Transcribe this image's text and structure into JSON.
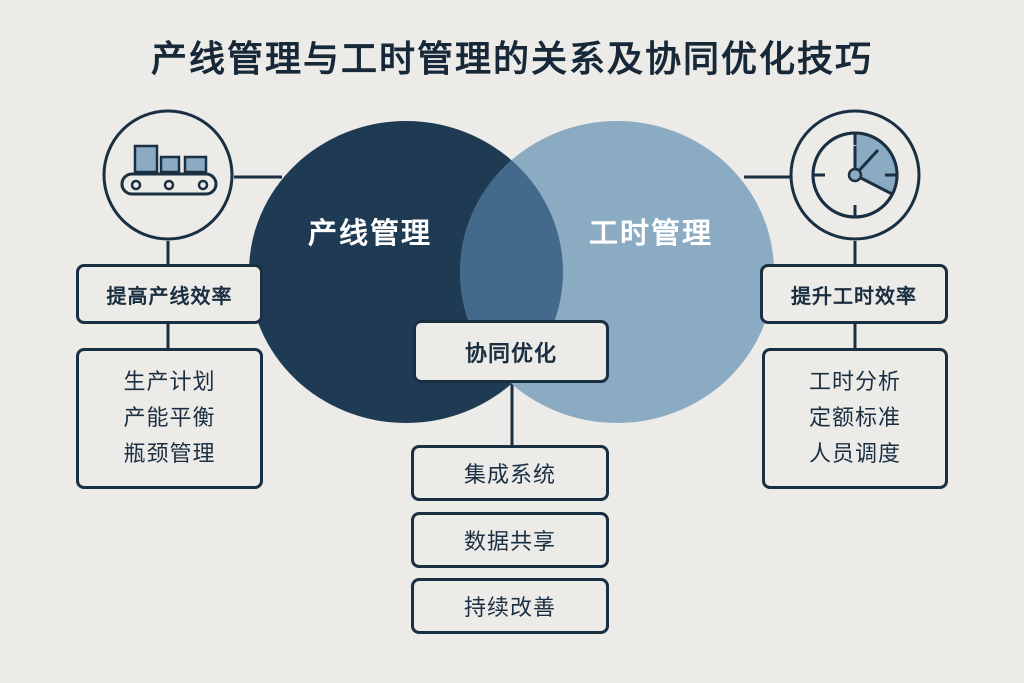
{
  "title": "产线管理与工时管理的关系及协同优化技巧",
  "colors": {
    "background": "#ecebe7",
    "ink": "#1b2f42",
    "left_circle": "#1f3b54",
    "right_circle": "#8aabc2",
    "overlap": "#43698b",
    "icon_fill": "#8aabc2"
  },
  "left": {
    "icon": "conveyor-belt-icon",
    "circle_label": "产线管理",
    "heading": "提高产线效率",
    "items": [
      "生产计划",
      "产能平衡",
      "瓶颈管理"
    ]
  },
  "right": {
    "icon": "clock-icon",
    "circle_label": "工时管理",
    "heading": "提升工时效率",
    "items": [
      "工时分析",
      "定额标准",
      "人员调度"
    ]
  },
  "center": {
    "heading": "协同优化",
    "items": [
      "集成系统",
      "数据共享",
      "持续改善"
    ]
  }
}
